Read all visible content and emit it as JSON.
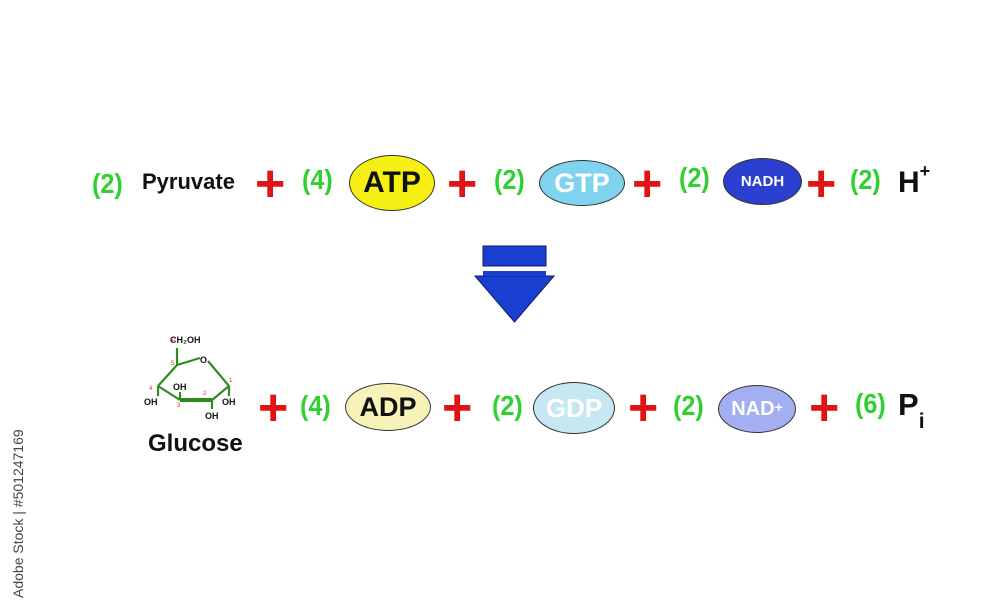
{
  "top_row": {
    "pyruvate_coef": "(2)",
    "pyruvate": "Pyruvate",
    "atp_coef": "(4)",
    "atp": "ATP",
    "gtp_coef": "(2)",
    "gtp": "GTP",
    "nadh_coef": "(2)",
    "nadh": "NADH",
    "h_coef": "(2)",
    "h": "H",
    "h_sup": "+"
  },
  "bottom_row": {
    "glucose": "Glucose",
    "adp_coef": "(4)",
    "adp": "ADP",
    "gdp_coef": "(2)",
    "gdp": "GDP",
    "nad_coef": "(2)",
    "nad": "NAD",
    "nad_sup": "+",
    "pi_coef": "(6)",
    "pi": "P",
    "pi_sub": "i"
  },
  "plus_sign": "+",
  "glucose_structure": {
    "ch2oh": "CH₂OH",
    "ring_o": "O",
    "oh_labels": [
      "OH",
      "OH",
      "OH",
      "OH"
    ],
    "carbon_numbers": [
      "6",
      "5",
      "4",
      "3",
      "2",
      "1"
    ]
  },
  "side_text": "Adobe Stock | #501247169",
  "colors": {
    "coefficient": "#2fd02f",
    "plus": "#e01414",
    "atp_fill": "#f5ef14",
    "gtp_fill": "#7fd3ef",
    "nadh_fill": "#2b3fd0",
    "adp_fill": "#f7f2b8",
    "gdp_fill": "#c6e8f3",
    "nad_fill": "#a3aff0",
    "arrow": "#1a3fd0",
    "glucose_bonds": "#2e8b20"
  }
}
